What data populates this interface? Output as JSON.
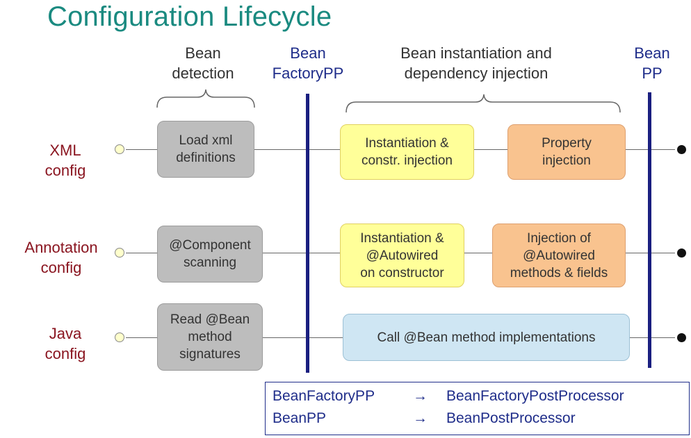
{
  "title": "Configuration Lifecycle",
  "headers": {
    "bean_detection": [
      "Bean",
      "detection"
    ],
    "bean_factory_pp": [
      "Bean",
      "FactoryPP"
    ],
    "instantiation": [
      "Bean instantiation and",
      "dependency injection"
    ],
    "bean_pp": [
      "Bean",
      "PP"
    ]
  },
  "rows": {
    "xml": {
      "label": [
        "XML",
        "config"
      ],
      "detect": [
        "Load xml",
        "definitions"
      ],
      "inst": [
        "Instantiation &",
        "constr. injection"
      ],
      "inject": [
        "Property",
        "injection"
      ]
    },
    "annotation": {
      "label": [
        "Annotation",
        "config"
      ],
      "detect": [
        "@Component",
        "scanning"
      ],
      "inst": [
        "Instantiation &",
        "@Autowired",
        "on constructor"
      ],
      "inject": [
        "Injection of",
        "@Autowired",
        "methods & fields"
      ]
    },
    "java": {
      "label": [
        "Java",
        "config"
      ],
      "detect": [
        "Read @Bean",
        "method",
        "signatures"
      ],
      "call": "Call @Bean method implementations"
    }
  },
  "legend": [
    {
      "abbr": "BeanFactoryPP",
      "arrow": "→",
      "full": "BeanFactoryPostProcessor"
    },
    {
      "abbr": "BeanPP",
      "arrow": "→",
      "full": "BeanPostProcessor"
    }
  ],
  "colors": {
    "title": "#1a8a80",
    "row_label": "#8a1520",
    "navy": "#1f2d8a",
    "gray_box": "#bdbdbd",
    "yellow_box": "#ffff99",
    "orange_box": "#f9c38f",
    "blue_box": "#cfe6f3"
  }
}
